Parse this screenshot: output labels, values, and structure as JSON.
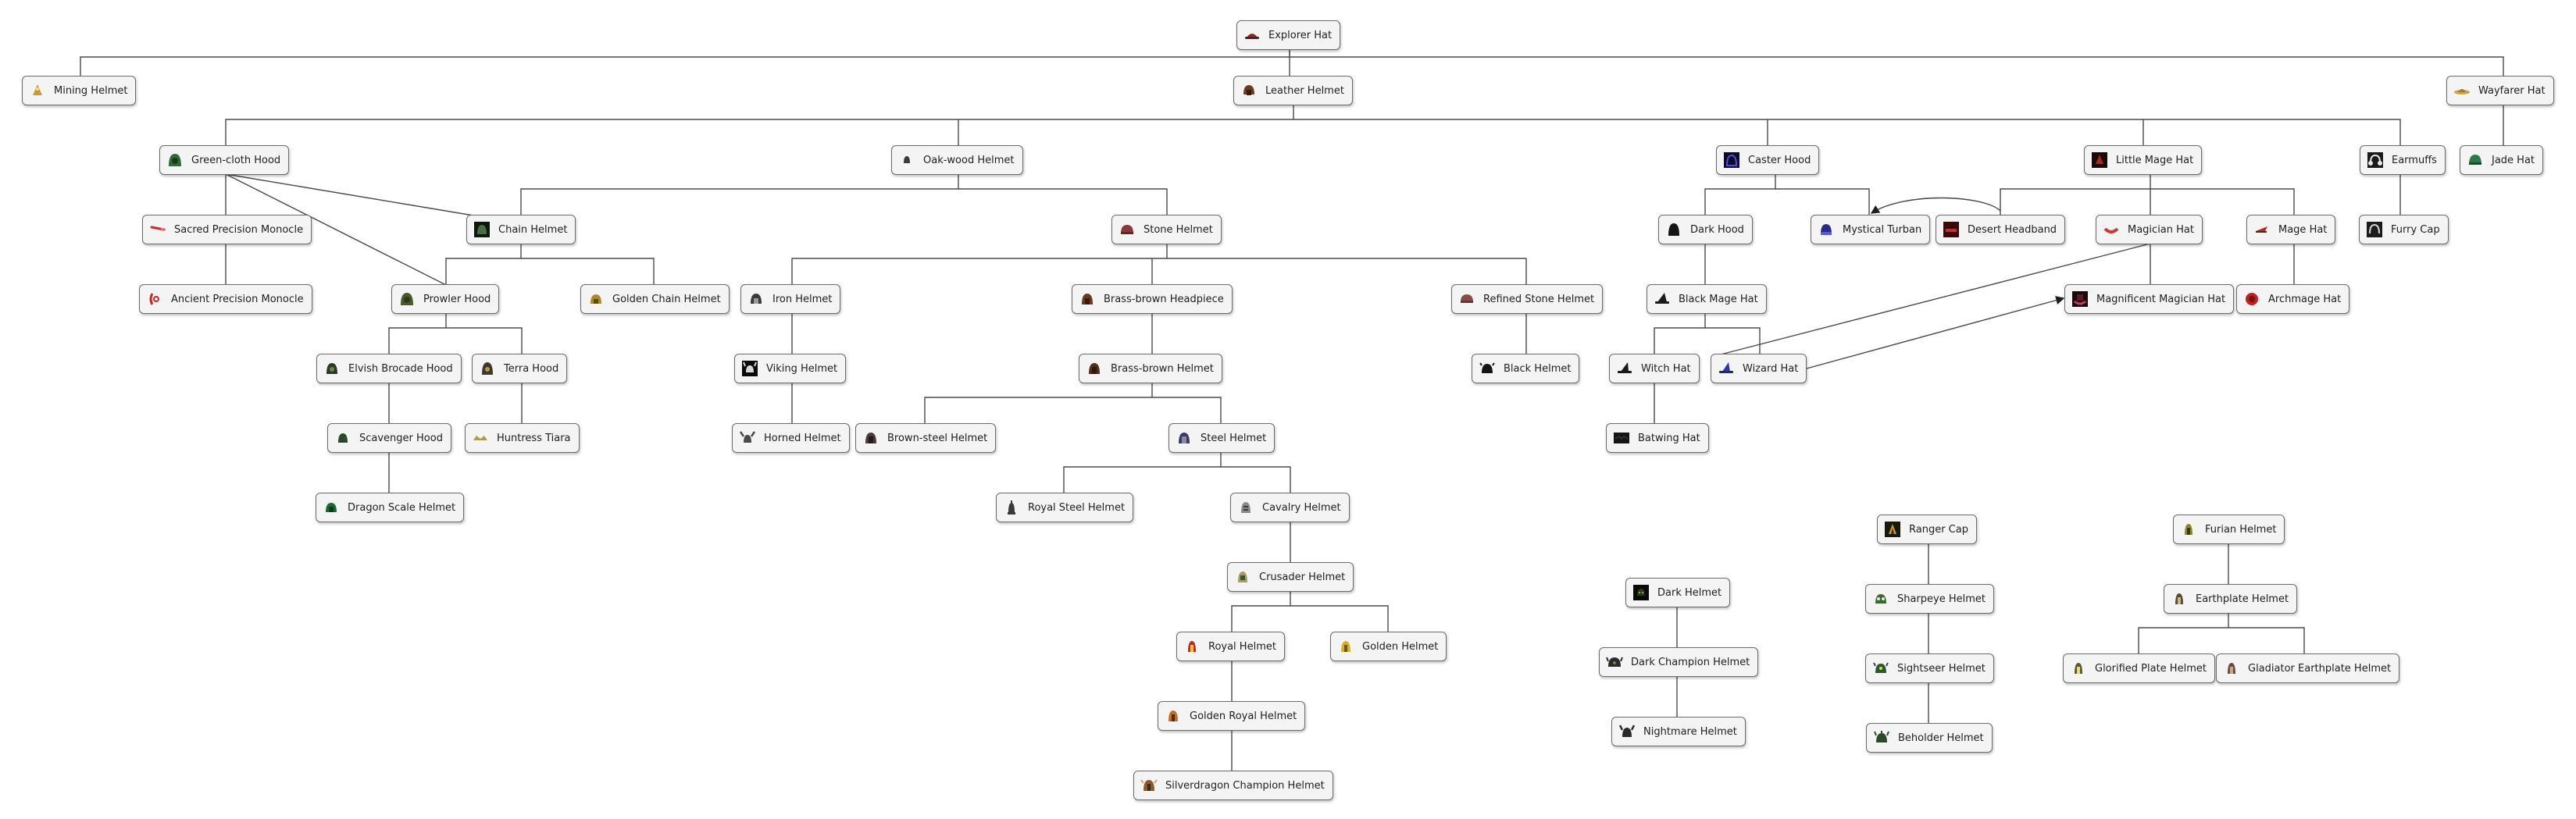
{
  "nodes": {
    "explorer_hat": {
      "label": "Explorer Hat",
      "icon": "explorer-hat-icon",
      "color": "#8a2a2a"
    },
    "mining_helmet": {
      "label": "Mining Helmet",
      "icon": "mining-helmet-icon",
      "color": "#c89a3a"
    },
    "leather_helmet": {
      "label": "Leather Helmet",
      "icon": "leather-helmet-icon",
      "color": "#6a3a22"
    },
    "wayfarer_hat": {
      "label": "Wayfarer Hat",
      "icon": "wayfarer-hat-icon",
      "color": "#c8a24a"
    },
    "green_cloth_hood": {
      "label": "Green-cloth Hood",
      "icon": "green-cloth-hood-icon",
      "color": "#2e6a3a"
    },
    "oak_wood_helmet": {
      "label": "Oak-wood Helmet",
      "icon": "oak-wood-helmet-icon",
      "color": "#3a3a3a"
    },
    "caster_hood": {
      "label": "Caster Hood",
      "icon": "caster-hood-icon",
      "color": "#2a1a6a"
    },
    "little_mage_hat": {
      "label": "Little Mage Hat",
      "icon": "little-mage-hat-icon",
      "color": "#a82828"
    },
    "earmuffs": {
      "label": "Earmuffs",
      "icon": "earmuffs-icon",
      "color": "#1a1a1a"
    },
    "jade_hat": {
      "label": "Jade Hat",
      "icon": "jade-hat-icon",
      "color": "#2a7a4a"
    },
    "sacred_precision_monocle": {
      "label": "Sacred Precision Monocle",
      "icon": "sacred-monocle-icon",
      "color": "#c03030"
    },
    "chain_helmet": {
      "label": "Chain Helmet",
      "icon": "chain-helmet-icon",
      "color": "#2a4a2a"
    },
    "stone_helmet": {
      "label": "Stone Helmet",
      "icon": "stone-helmet-icon",
      "color": "#8a3a3a"
    },
    "dark_hood": {
      "label": "Dark Hood",
      "icon": "dark-hood-icon",
      "color": "#151515"
    },
    "mystical_turban": {
      "label": "Mystical Turban",
      "icon": "mystical-turban-icon",
      "color": "#2a2a8a"
    },
    "desert_headband": {
      "label": "Desert Headband",
      "icon": "desert-headband-icon",
      "color": "#5a1a1a"
    },
    "magician_hat": {
      "label": "Magician Hat",
      "icon": "magician-hat-icon",
      "color": "#c83a3a"
    },
    "mage_hat": {
      "label": "Mage Hat",
      "icon": "mage-hat-icon",
      "color": "#b82a2a"
    },
    "furry_cap": {
      "label": "Furry Cap",
      "icon": "furry-cap-icon",
      "color": "#1a1a1a"
    },
    "ancient_precision_monocle": {
      "label": "Ancient Precision Monocle",
      "icon": "ancient-monocle-icon",
      "color": "#c02a2a"
    },
    "prowler_hood": {
      "label": "Prowler Hood",
      "icon": "prowler-hood-icon",
      "color": "#4a5a2a"
    },
    "golden_chain_helmet": {
      "label": "Golden Chain Helmet",
      "icon": "golden-chain-helmet-icon",
      "color": "#b08a2a"
    },
    "iron_helmet": {
      "label": "Iron Helmet",
      "icon": "iron-helmet-icon",
      "color": "#3a3a3a"
    },
    "brass_brown_headpiece": {
      "label": "Brass-brown Headpiece",
      "icon": "brass-headpiece-icon",
      "color": "#6a3a1a"
    },
    "refined_stone_helmet": {
      "label": "Refined Stone Helmet",
      "icon": "refined-stone-helmet-icon",
      "color": "#8a4a4a"
    },
    "black_mage_hat": {
      "label": "Black Mage Hat",
      "icon": "black-mage-hat-icon",
      "color": "#1a1a1a"
    },
    "magnificent_magician_hat": {
      "label": "Magnificent Magician Hat",
      "icon": "magnificent-hat-icon",
      "color": "#5a1a2a"
    },
    "archmage_hat": {
      "label": "Archmage Hat",
      "icon": "archmage-hat-icon",
      "color": "#c02020"
    },
    "elvish_brocade_hood": {
      "label": "Elvish Brocade Hood",
      "icon": "elvish-hood-icon",
      "color": "#2a3a2a"
    },
    "terra_hood": {
      "label": "Terra Hood",
      "icon": "terra-hood-icon",
      "color": "#3a3a2a"
    },
    "viking_helmet": {
      "label": "Viking Helmet",
      "icon": "viking-helmet-icon",
      "color": "#1a1a1a"
    },
    "brass_brown_helmet": {
      "label": "Brass-brown Helmet",
      "icon": "brass-helmet-icon",
      "color": "#5a2a1a"
    },
    "black_helmet": {
      "label": "Black Helmet",
      "icon": "black-helmet-icon",
      "color": "#151515"
    },
    "witch_hat": {
      "label": "Witch Hat",
      "icon": "witch-hat-icon",
      "color": "#1a1a1a"
    },
    "wizard_hat": {
      "label": "Wizard Hat",
      "icon": "wizard-hat-icon",
      "color": "#2a3aa8"
    },
    "scavenger_hood": {
      "label": "Scavenger Hood",
      "icon": "scavenger-hood-icon",
      "color": "#2a4a2a"
    },
    "huntress_tiara": {
      "label": "Huntress Tiara",
      "icon": "huntress-tiara-icon",
      "color": "#b89a3a"
    },
    "horned_helmet": {
      "label": "Horned Helmet",
      "icon": "horned-helmet-icon",
      "color": "#4a4a4a"
    },
    "brown_steel_helmet": {
      "label": "Brown-steel Helmet",
      "icon": "brown-steel-helmet-icon",
      "color": "#4a3a3a"
    },
    "steel_helmet": {
      "label": "Steel Helmet",
      "icon": "steel-helmet-icon",
      "color": "#3a3a6a"
    },
    "batwing_hat": {
      "label": "Batwing Hat",
      "icon": "batwing-hat-icon",
      "color": "#151515"
    },
    "dragon_scale_helmet": {
      "label": "Dragon Scale Helmet",
      "icon": "dragon-scale-helmet-icon",
      "color": "#1a6a2a"
    },
    "royal_steel_helmet": {
      "label": "Royal Steel Helmet",
      "icon": "royal-steel-helmet-icon",
      "color": "#3a3a3a"
    },
    "cavalry_helmet": {
      "label": "Cavalry Helmet",
      "icon": "cavalry-helmet-icon",
      "color": "#8a8a8a"
    },
    "crusader_helmet": {
      "label": "Crusader Helmet",
      "icon": "crusader-helmet-icon",
      "color": "#a89a6a"
    },
    "royal_helmet": {
      "label": "Royal Helmet",
      "icon": "royal-helmet-icon",
      "color": "#c02a2a"
    },
    "golden_helmet": {
      "label": "Golden Helmet",
      "icon": "golden-helmet-icon",
      "color": "#d8b02a"
    },
    "golden_royal_helmet": {
      "label": "Golden Royal Helmet",
      "icon": "golden-royal-helmet-icon",
      "color": "#c0702a"
    },
    "silverdragon_champion_helmet": {
      "label": "Silverdragon Champion Helmet",
      "icon": "silverdragon-helmet-icon",
      "color": "#8a5a2a"
    },
    "dark_helmet": {
      "label": "Dark Helmet",
      "icon": "dark-helmet-icon",
      "color": "#1a1a1a"
    },
    "dark_champion_helmet": {
      "label": "Dark Champion Helmet",
      "icon": "dark-champion-helmet-icon",
      "color": "#2a2a2a"
    },
    "nightmare_helmet": {
      "label": "Nightmare Helmet",
      "icon": "nightmare-helmet-icon",
      "color": "#2a2a2a"
    },
    "ranger_cap": {
      "label": "Ranger Cap",
      "icon": "ranger-cap-icon",
      "color": "#3a2a1a"
    },
    "sharpeye_helmet": {
      "label": "Sharpeye Helmet",
      "icon": "sharpeye-helmet-icon",
      "color": "#3a6a2a"
    },
    "sightseer_helmet": {
      "label": "Sightseer Helmet",
      "icon": "sightseer-helmet-icon",
      "color": "#2a5a2a"
    },
    "beholder_helmet": {
      "label": "Beholder Helmet",
      "icon": "beholder-helmet-icon",
      "color": "#2a4a2a"
    },
    "furian_helmet": {
      "label": "Furian Helmet",
      "icon": "furian-helmet-icon",
      "color": "#8a8a2a"
    },
    "earthplate_helmet": {
      "label": "Earthplate Helmet",
      "icon": "earthplate-helmet-icon",
      "color": "#5a4a3a"
    },
    "glorified_plate_helmet": {
      "label": "Glorified Plate Helmet",
      "icon": "glorified-plate-helmet-icon",
      "color": "#5a5a2a"
    },
    "gladiator_earthplate_helmet": {
      "label": "Gladiator Earthplate Helmet",
      "icon": "gladiator-helmet-icon",
      "color": "#6a4a3a"
    }
  },
  "edges": [
    [
      "explorer_hat",
      "mining_helmet"
    ],
    [
      "explorer_hat",
      "leather_helmet"
    ],
    [
      "explorer_hat",
      "wayfarer_hat"
    ],
    [
      "leather_helmet",
      "green_cloth_hood"
    ],
    [
      "leather_helmet",
      "oak_wood_helmet"
    ],
    [
      "leather_helmet",
      "caster_hood"
    ],
    [
      "leather_helmet",
      "little_mage_hat"
    ],
    [
      "leather_helmet",
      "earmuffs"
    ],
    [
      "wayfarer_hat",
      "jade_hat"
    ],
    [
      "green_cloth_hood",
      "sacred_precision_monocle"
    ],
    [
      "green_cloth_hood",
      "chain_helmet"
    ],
    [
      "green_cloth_hood",
      "prowler_hood"
    ],
    [
      "oak_wood_helmet",
      "chain_helmet"
    ],
    [
      "oak_wood_helmet",
      "stone_helmet"
    ],
    [
      "caster_hood",
      "dark_hood"
    ],
    [
      "caster_hood",
      "mystical_turban"
    ],
    [
      "little_mage_hat",
      "mystical_turban"
    ],
    [
      "little_mage_hat",
      "desert_headband"
    ],
    [
      "little_mage_hat",
      "magician_hat"
    ],
    [
      "little_mage_hat",
      "mage_hat"
    ],
    [
      "earmuffs",
      "furry_cap"
    ],
    [
      "sacred_precision_monocle",
      "ancient_precision_monocle"
    ],
    [
      "chain_helmet",
      "prowler_hood"
    ],
    [
      "chain_helmet",
      "golden_chain_helmet"
    ],
    [
      "stone_helmet",
      "iron_helmet"
    ],
    [
      "stone_helmet",
      "brass_brown_headpiece"
    ],
    [
      "stone_helmet",
      "refined_stone_helmet"
    ],
    [
      "dark_hood",
      "black_mage_hat"
    ],
    [
      "magician_hat",
      "wizard_hat"
    ],
    [
      "magician_hat",
      "magnificent_magician_hat"
    ],
    [
      "mage_hat",
      "archmage_hat"
    ],
    [
      "prowler_hood",
      "elvish_brocade_hood"
    ],
    [
      "prowler_hood",
      "terra_hood"
    ],
    [
      "iron_helmet",
      "viking_helmet"
    ],
    [
      "brass_brown_headpiece",
      "brass_brown_helmet"
    ],
    [
      "refined_stone_helmet",
      "black_helmet"
    ],
    [
      "black_mage_hat",
      "witch_hat"
    ],
    [
      "black_mage_hat",
      "wizard_hat"
    ],
    [
      "wizard_hat",
      "magnificent_magician_hat"
    ],
    [
      "elvish_brocade_hood",
      "scavenger_hood"
    ],
    [
      "terra_hood",
      "huntress_tiara"
    ],
    [
      "viking_helmet",
      "horned_helmet"
    ],
    [
      "brass_brown_helmet",
      "brown_steel_helmet"
    ],
    [
      "brass_brown_helmet",
      "steel_helmet"
    ],
    [
      "witch_hat",
      "batwing_hat"
    ],
    [
      "scavenger_hood",
      "dragon_scale_helmet"
    ],
    [
      "steel_helmet",
      "royal_steel_helmet"
    ],
    [
      "steel_helmet",
      "cavalry_helmet"
    ],
    [
      "cavalry_helmet",
      "crusader_helmet"
    ],
    [
      "crusader_helmet",
      "royal_helmet"
    ],
    [
      "crusader_helmet",
      "golden_helmet"
    ],
    [
      "royal_helmet",
      "golden_royal_helmet"
    ],
    [
      "golden_royal_helmet",
      "silverdragon_champion_helmet"
    ],
    [
      "dark_helmet",
      "dark_champion_helmet"
    ],
    [
      "dark_champion_helmet",
      "nightmare_helmet"
    ],
    [
      "ranger_cap",
      "sharpeye_helmet"
    ],
    [
      "sharpeye_helmet",
      "sightseer_helmet"
    ],
    [
      "sightseer_helmet",
      "beholder_helmet"
    ],
    [
      "furian_helmet",
      "earthplate_helmet"
    ],
    [
      "earthplate_helmet",
      "glorified_plate_helmet"
    ],
    [
      "earthplate_helmet",
      "gladiator_earthplate_helmet"
    ]
  ],
  "colors": {
    "node_fill": "#f4f4f4",
    "node_border": "#6b6b6b",
    "edge": "#4a4a4a"
  }
}
